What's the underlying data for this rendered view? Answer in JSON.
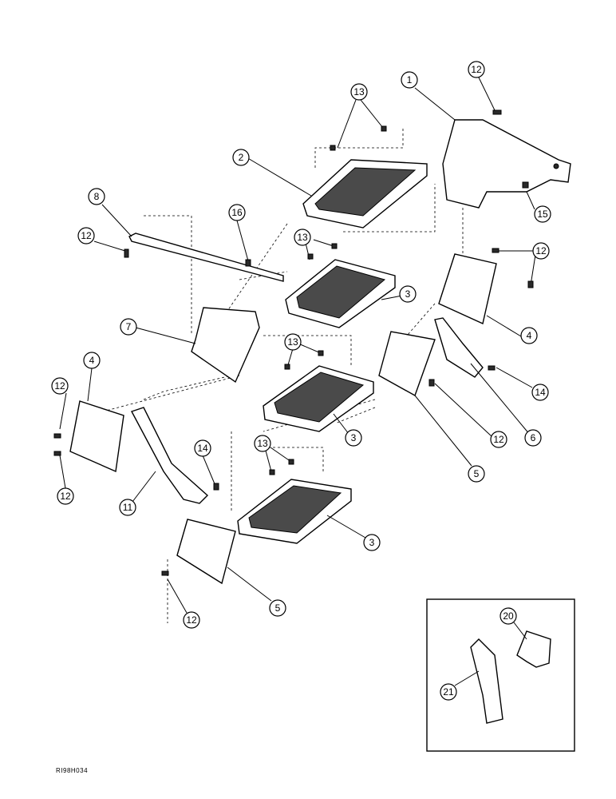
{
  "drawing_code": "RI98H034",
  "callouts": [
    {
      "label": "1"
    },
    {
      "label": "12"
    },
    {
      "label": "13"
    },
    {
      "label": "2"
    },
    {
      "label": "15"
    },
    {
      "label": "8"
    },
    {
      "label": "16"
    },
    {
      "label": "12"
    },
    {
      "label": "13"
    },
    {
      "label": "12"
    },
    {
      "label": "3"
    },
    {
      "label": "7"
    },
    {
      "label": "4"
    },
    {
      "label": "13"
    },
    {
      "label": "4"
    },
    {
      "label": "14"
    },
    {
      "label": "12"
    },
    {
      "label": "3"
    },
    {
      "label": "12"
    },
    {
      "label": "6"
    },
    {
      "label": "5"
    },
    {
      "label": "14"
    },
    {
      "label": "13"
    },
    {
      "label": "12"
    },
    {
      "label": "11"
    },
    {
      "label": "3"
    },
    {
      "label": "5"
    },
    {
      "label": "12"
    },
    {
      "label": "20"
    },
    {
      "label": "21"
    }
  ]
}
